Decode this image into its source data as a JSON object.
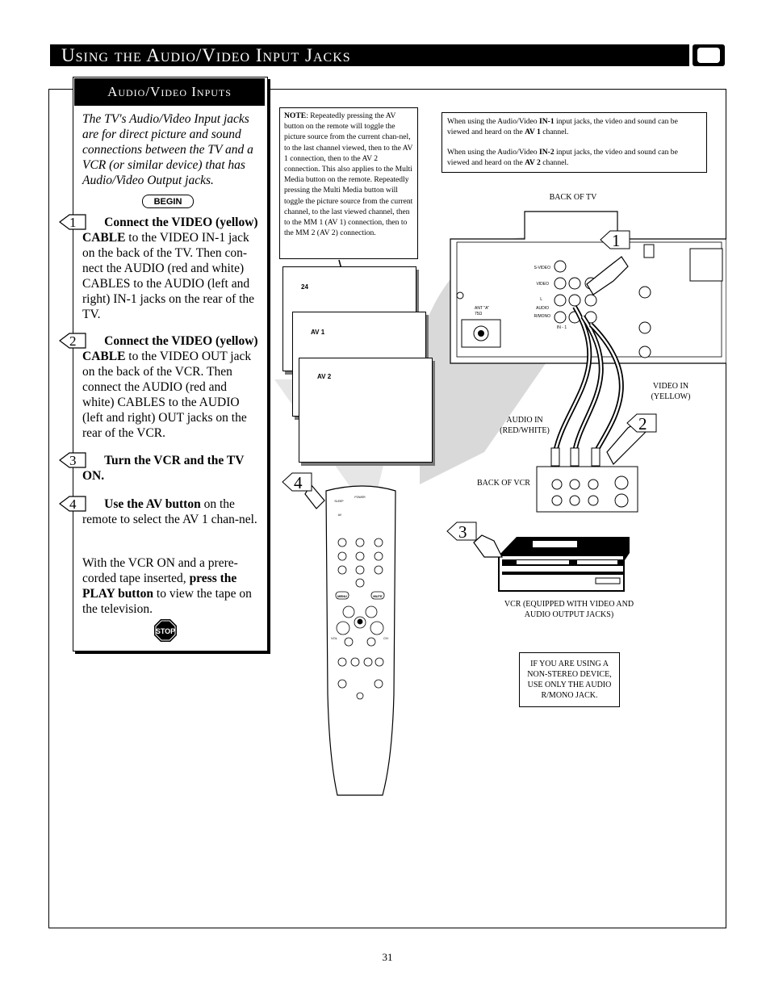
{
  "title": "Using the Audio/Video Input Jacks",
  "section_heading": "Audio/Video Inputs",
  "intro": "The TV's Audio/Video Input jacks are for direct picture and sound connections between the TV and a VCR (or similar device) that has Audio/Video Output jacks.",
  "begin_label": "BEGIN",
  "stop_label": "STOP",
  "steps": [
    {
      "number": "1",
      "bold": "Connect the VIDEO (yellow) CABLE",
      "text": " to the VIDEO IN-1 jack on the back of the TV. Then con-nect the AUDIO (red and white) CABLES to the AUDIO (left and right) IN-1 jacks on the rear of the TV."
    },
    {
      "number": "2",
      "bold": "Connect the VIDEO (yellow) CABLE",
      "text": " to the VIDEO OUT jack on the back of the VCR. Then connect the AUDIO (red and white) CABLES to the AUDIO (left and right) OUT jacks on the rear of the VCR."
    },
    {
      "number": "3",
      "bold": "Turn the VCR and the TV ON.",
      "text": ""
    },
    {
      "number": "4",
      "bold": "Use the AV button",
      "text": " on the remote to select the AV 1 chan-nel."
    }
  ],
  "closing": {
    "pre": "With the VCR ON and a prere-corded tape inserted, ",
    "bold": "press the PLAY button",
    "post": " to view the tape on the television."
  },
  "note": {
    "label": "NOTE",
    "text": ": Repeatedly pressing the AV button on the remote will toggle the picture source from the current chan-nel, to the last channel viewed, then to the AV 1 connection, then to the AV 2 connection. This also applies to the Multi Media button on the remote. Repeatedly pressing the Multi Media button will toggle the picture source from the current channel, to the last viewed channel, then to the MM 1 (AV 1) connection, then to the MM 2 (AV 2) connection."
  },
  "info": {
    "p1_pre": "When using the Audio/Video ",
    "p1_b1": "IN-1",
    "p1_mid": " input jacks, the video and sound can be viewed and heard on the ",
    "p1_b2": "AV 1",
    "p1_post": " channel.",
    "p2_pre": "When using the Audio/Video ",
    "p2_b1": "IN-2",
    "p2_mid": " input jacks, the video and sound can be viewed and heard on the ",
    "p2_b2": "AV 2",
    "p2_post": " channel."
  },
  "screens": [
    "24",
    "AV 1",
    "AV 2"
  ],
  "labels": {
    "back_of_tv": "BACK OF TV",
    "video_in": "VIDEO IN (YELLOW)",
    "audio_in": "AUDIO IN (RED/WHITE)",
    "back_of_vcr": "BACK OF VCR",
    "vcr": "VCR (EQUIPPED WITH VIDEO AND AUDIO OUTPUT JACKS)"
  },
  "tv_jacks": {
    "svideo": "S-VIDEO",
    "video": "VIDEO",
    "l": "L",
    "audio": "AUDIO",
    "rmono": "R/MONO",
    "in1": "IN - 1",
    "ant": "ANT \"A\"",
    "ohm": "75Ω"
  },
  "mono_note": "IF YOU ARE USING A NON-STEREO DEVICE, USE ONLY THE AUDIO R/MONO JACK.",
  "callouts": [
    "1",
    "2",
    "3",
    "4"
  ],
  "remote": {
    "power": "POWER",
    "sleep": "SLEEP",
    "av": "AV",
    "vol": "VOL",
    "ch": "CH",
    "menu": "MENU",
    "mute": "MUTE"
  },
  "page_number": "31"
}
